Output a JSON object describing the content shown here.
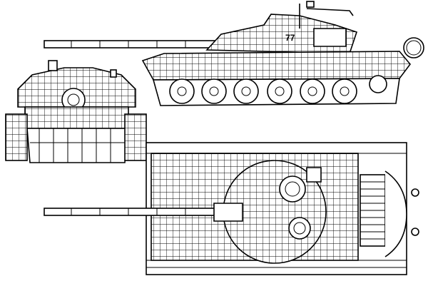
{
  "drawing": {
    "views": [
      "side-view",
      "front-view",
      "top-view"
    ],
    "turret_marking": "77"
  },
  "colors": {
    "line": "#000000",
    "background": "#ffffff"
  }
}
